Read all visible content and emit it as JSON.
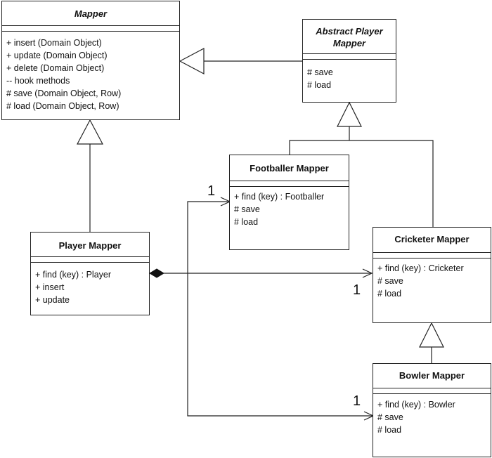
{
  "classes": {
    "mapper": {
      "name": "Mapper",
      "members": [
        "+ insert (Domain Object)",
        "+ update (Domain Object)",
        "+ delete (Domain Object)",
        "-- hook methods",
        "# save (Domain Object, Row)",
        "# load (Domain Object, Row)"
      ]
    },
    "abstract_player_mapper": {
      "name_line1": "Abstract Player",
      "name_line2": "Mapper",
      "members": [
        "# save",
        "# load"
      ]
    },
    "footballer_mapper": {
      "name": "Footballer Mapper",
      "members": [
        "+ find (key) : Footballer",
        "# save",
        "# load"
      ]
    },
    "player_mapper": {
      "name": "Player Mapper",
      "members": [
        "+ find (key) : Player",
        "+ insert",
        "+ update"
      ]
    },
    "cricketer_mapper": {
      "name": "Cricketer Mapper",
      "members": [
        "+ find (key) : Cricketer",
        "# save",
        "# load"
      ]
    },
    "bowler_mapper": {
      "name": "Bowler Mapper",
      "members": [
        "+ find (key) : Bowler",
        "# save",
        "# load"
      ]
    }
  },
  "multiplicities": {
    "footballer": "1",
    "cricketer": "1",
    "bowler": "1"
  }
}
